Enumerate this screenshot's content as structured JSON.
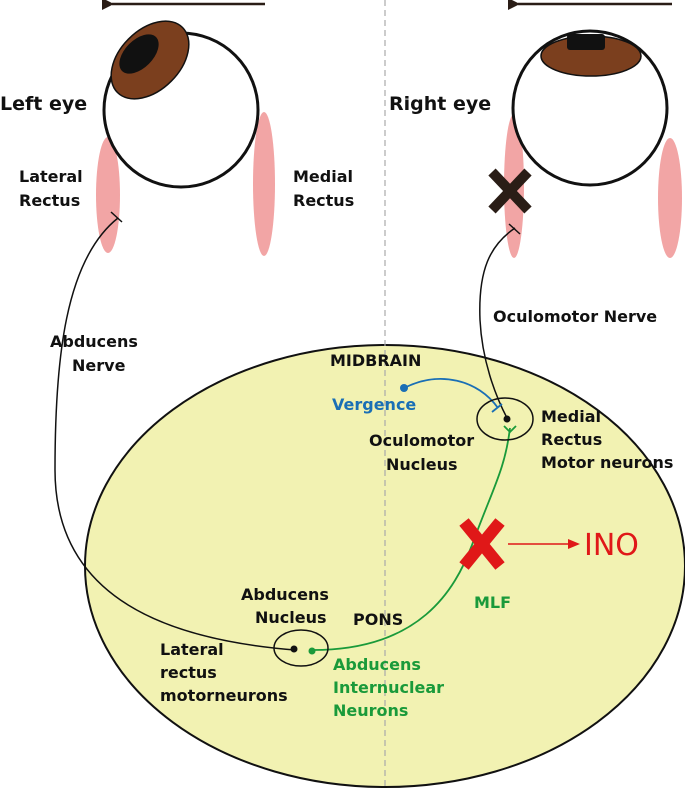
{
  "colors": {
    "pons_fill": "#f2f2b2",
    "muscle": "#f2a5a5",
    "iris": "#7b3f1e",
    "vergence": "#1a6fb5",
    "mlf": "#1a9a3a",
    "ino": "#e01818",
    "lesion_dark": "#2a1d16"
  },
  "labels": {
    "left_eye": "Left eye",
    "right_eye": "Right eye",
    "lateral_rectus": [
      "Lateral",
      "Rectus"
    ],
    "medial_rectus": [
      "Medial",
      "Rectus"
    ],
    "abducens_nerve": [
      "Abducens",
      "Nerve"
    ],
    "oculomotor_nerve": "Oculomotor Nerve",
    "midbrain": "MIDBRAIN",
    "vergence": "Vergence",
    "oculomotor_nucleus": [
      "Oculomotor",
      "Nucleus"
    ],
    "medial_rectus_motor_neurons": [
      "Medial",
      "Rectus",
      "Motor neurons"
    ],
    "ino": "INO",
    "mlf": "MLF",
    "pons": "PONS",
    "abducens_nucleus": [
      "Abducens",
      "Nucleus"
    ],
    "lateral_rectus_motorneurons": [
      "Lateral",
      "rectus",
      "motorneurons"
    ],
    "abducens_internuclear_neurons": [
      "Abducens",
      "Internuclear",
      "Neurons"
    ]
  }
}
